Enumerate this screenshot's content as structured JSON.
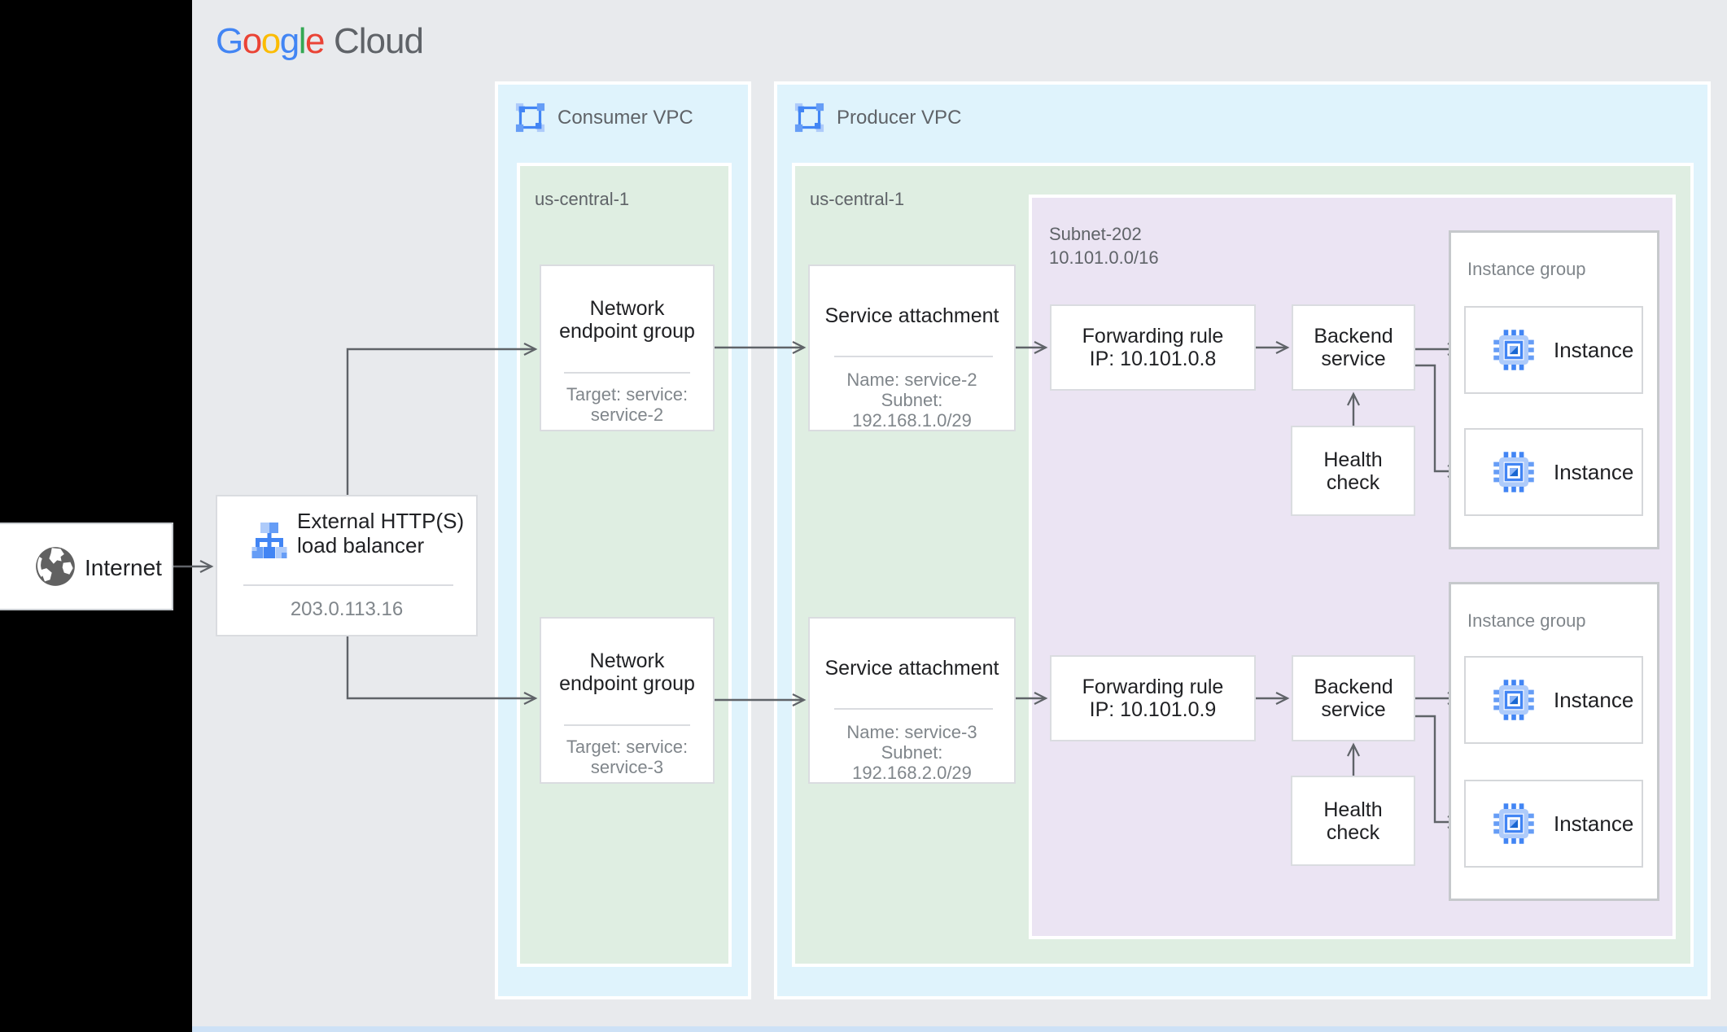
{
  "page": {
    "background": "#E8EAED",
    "left_bar_color": "#000000",
    "bottom_bar_color": "#CDE1F6",
    "zone_colors": {
      "vpc_blue": "#DFF3FC",
      "region_green": "#DFEEE2",
      "subnet_purple": "#EBE4F3"
    },
    "line_color": "#5F6368"
  },
  "logo": {
    "letters": [
      {
        "ch": "G",
        "style": "color:#4285F4"
      },
      {
        "ch": "o",
        "style": "color:#EA4335"
      },
      {
        "ch": "o",
        "style": "color:#FBBC05"
      },
      {
        "ch": "g",
        "style": "color:#4285F4"
      },
      {
        "ch": "l",
        "style": "color:#34A853"
      },
      {
        "ch": "e",
        "style": "color:#EA4335"
      }
    ],
    "suffix": "Cloud"
  },
  "internet": {
    "label": "Internet"
  },
  "load_balancer": {
    "title_line1": "External HTTP(S)",
    "title_line2": "load balancer",
    "ip": "203.0.113.16"
  },
  "consumer_vpc": {
    "label": "Consumer VPC",
    "region": {
      "label": "us-central-1"
    },
    "negs": [
      {
        "title_line1": "Network",
        "title_line2": "endpoint group",
        "sub_line1": "Target: service:",
        "sub_line2": "service-2"
      },
      {
        "title_line1": "Network",
        "title_line2": "endpoint group",
        "sub_line1": "Target: service:",
        "sub_line2": "service-3"
      }
    ]
  },
  "producer_vpc": {
    "label": "Producer VPC",
    "region": {
      "label": "us-central-1"
    },
    "service_attachments": [
      {
        "title": "Service attachment",
        "sub_line1": "Name: service-2",
        "sub_line2": "Subnet:",
        "sub_line3": "192.168.1.0/29"
      },
      {
        "title": "Service attachment",
        "sub_line1": "Name: service-3",
        "sub_line2": "Subnet:",
        "sub_line3": "192.168.2.0/29"
      }
    ],
    "subnet": {
      "name": "Subnet-202",
      "cidr": "10.101.0.0/16",
      "forwarding_rules": [
        {
          "line1": "Forwarding rule",
          "line2": "IP: 10.101.0.8"
        },
        {
          "line1": "Forwarding rule",
          "line2": "IP: 10.101.0.9"
        }
      ],
      "backend_services": [
        {
          "line1": "Backend",
          "line2": "service"
        },
        {
          "line1": "Backend",
          "line2": "service"
        }
      ],
      "health_checks": [
        {
          "line1": "Health",
          "line2": "check"
        },
        {
          "line1": "Health",
          "line2": "check"
        }
      ]
    },
    "instance_groups": [
      {
        "label": "Instance group",
        "instances": [
          {
            "label": "Instance"
          },
          {
            "label": "Instance"
          }
        ]
      },
      {
        "label": "Instance group",
        "instances": [
          {
            "label": "Instance"
          },
          {
            "label": "Instance"
          }
        ]
      }
    ]
  }
}
